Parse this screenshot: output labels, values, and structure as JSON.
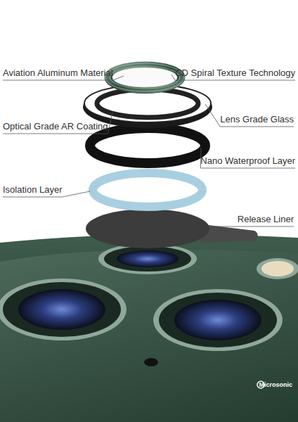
{
  "diagram": {
    "labels": [
      "Aviation Aluminum Material",
      "CD Spiral Texture Technology",
      "Optical Grade AR Coating",
      "Lens Grade Glass",
      "Nano Waterproof Layer",
      "Isolation Layer",
      "Release Liner",
      "Microsonic"
    ]
  }
}
